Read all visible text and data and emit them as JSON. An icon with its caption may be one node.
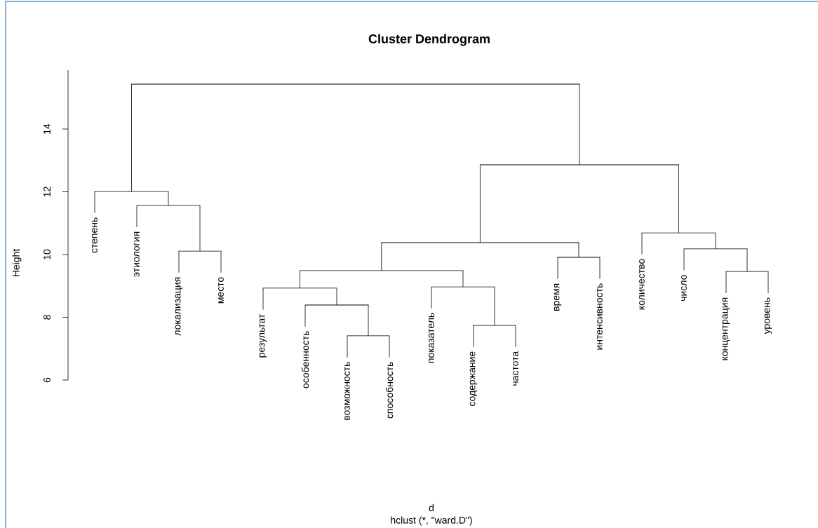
{
  "diagram": {
    "title": "Cluster Dendrogram",
    "nodes": [
      {
        "text": [
          "степень"
        ]
      },
      {
        "text": [
          "этиология"
        ]
      },
      {
        "text": [
          "локализация"
        ]
      },
      {
        "text": [
          "место"
        ]
      },
      {
        "text": [
          "результат"
        ]
      },
      {
        "text": [
          "особенность"
        ]
      },
      {
        "text": [
          "возможность"
        ]
      },
      {
        "text": [
          "способность"
        ]
      },
      {
        "text": [
          "показатель"
        ]
      },
      {
        "text": [
          "содержание"
        ]
      },
      {
        "text": [
          "частота"
        ]
      },
      {
        "text": [
          "время"
        ]
      },
      {
        "text": [
          "интенсивность"
        ]
      },
      {
        "text": [
          "количество"
        ]
      },
      {
        "text": [
          "число"
        ]
      },
      {
        "text": [
          "концентрация"
        ]
      },
      {
        "text": [
          "уровень"
        ]
      },
      {
        "text": [],
        "shape": "bar"
      },
      {
        "text": [],
        "shape": "bar"
      },
      {
        "text": [],
        "shape": "bar"
      },
      {
        "text": [],
        "shape": "bar"
      },
      {
        "text": [],
        "shape": "bar"
      },
      {
        "text": [],
        "shape": "bar"
      },
      {
        "text": [],
        "shape": "bar"
      },
      {
        "text": [],
        "shape": "bar"
      },
      {
        "text": [],
        "shape": "bar"
      },
      {
        "text": [],
        "shape": "bar"
      },
      {
        "text": [],
        "shape": "bar"
      },
      {
        "text": [],
        "shape": "bar"
      },
      {
        "text": [],
        "shape": "bar"
      },
      {
        "text": [],
        "shape": "bar"
      },
      {
        "text": [],
        "shape": "bar"
      },
      {
        "text": [],
        "shape": "bar"
      }
    ],
    "edges": [
      {
        "from": 17,
        "to": 2,
        "arrow": "none"
      },
      {
        "from": 17,
        "to": 3,
        "arrow": "none"
      },
      {
        "from": 18,
        "to": 1,
        "arrow": "none"
      },
      {
        "from": 18,
        "to": 17,
        "arrow": "none"
      },
      {
        "from": 19,
        "to": 0,
        "arrow": "none"
      },
      {
        "from": 19,
        "to": 18,
        "arrow": "none"
      },
      {
        "from": 20,
        "to": 6,
        "arrow": "none"
      },
      {
        "from": 20,
        "to": 7,
        "arrow": "none"
      },
      {
        "from": 21,
        "to": 5,
        "arrow": "none"
      },
      {
        "from": 21,
        "to": 20,
        "arrow": "none"
      },
      {
        "from": 22,
        "to": 4,
        "arrow": "none"
      },
      {
        "from": 22,
        "to": 21,
        "arrow": "none"
      },
      {
        "from": 23,
        "to": 9,
        "arrow": "none"
      },
      {
        "from": 23,
        "to": 10,
        "arrow": "none"
      },
      {
        "from": 24,
        "to": 8,
        "arrow": "none"
      },
      {
        "from": 24,
        "to": 23,
        "arrow": "none"
      },
      {
        "from": 25,
        "to": 22,
        "arrow": "none"
      },
      {
        "from": 25,
        "to": 24,
        "arrow": "none"
      },
      {
        "from": 26,
        "to": 11,
        "arrow": "none"
      },
      {
        "from": 26,
        "to": 12,
        "arrow": "none"
      },
      {
        "from": 27,
        "to": 25,
        "arrow": "none"
      },
      {
        "from": 27,
        "to": 26,
        "arrow": "none"
      },
      {
        "from": 28,
        "to": 15,
        "arrow": "none"
      },
      {
        "from": 28,
        "to": 16,
        "arrow": "none"
      },
      {
        "from": 29,
        "to": 14,
        "arrow": "none"
      },
      {
        "from": 29,
        "to": 28,
        "arrow": "none"
      },
      {
        "from": 30,
        "to": 13,
        "arrow": "none"
      },
      {
        "from": 30,
        "to": 29,
        "arrow": "none"
      },
      {
        "from": 31,
        "to": 27,
        "arrow": "none"
      },
      {
        "from": 31,
        "to": 30,
        "arrow": "none"
      },
      {
        "from": 32,
        "to": 19,
        "arrow": "none"
      },
      {
        "from": 32,
        "to": 31,
        "arrow": "none"
      }
    ],
    "labels": [
      "Height",
      "6",
      "8",
      "10",
      "12",
      "14",
      "d",
      "hclust (*, \"ward.D\")"
    ]
  }
}
